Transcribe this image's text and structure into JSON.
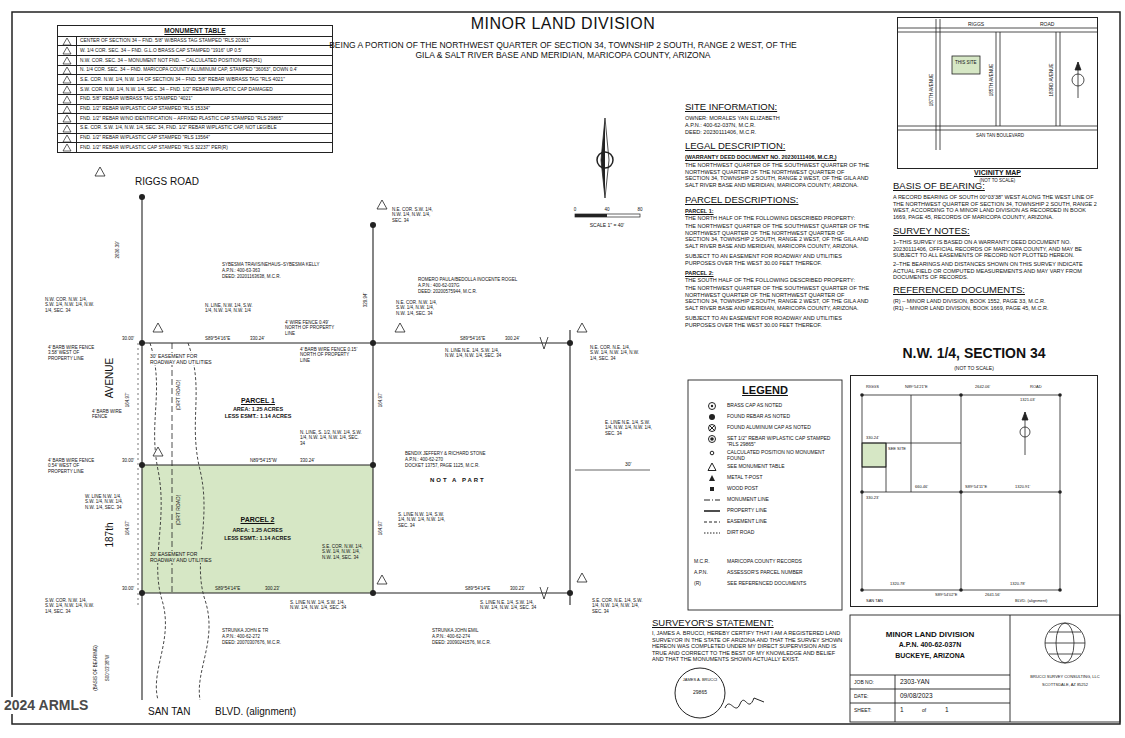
{
  "diagram": {
    "title": "MINOR LAND DIVISION",
    "nodes": [
      {
        "text": [
          "MONUMENT TABLE",
          "CENTER OF SECTION 34 – FND. 5/8\" W/BRASS TAG STAMPED \"RLS 20361\"",
          "W. 1/4 COR. SEC. 34 – FND. G.L.O BRASS CAP STAMPED \"1916\" UP 0.5'",
          "N.W. COR. SEC. 34 – MONUMENT NOT FND. – CALCULATED POSITION PER(R1)",
          "N. 1/4 COR. SEC. 34 – FND. MARICOPA COUNTY ALUMINUM CAP, STAMPED \"36063\", DOWN 0.4'",
          "S.E. COR. N.W. 1/4, N.W. 1/4 OF SECTION 34 – FND. 5/8\" REBAR W/BRASS TAG \"RLS 4021\"",
          "S.W. COR. N.W. 1/4, N.W. 1/4, SEC. 34 – FND. 1/2\" REBAR W/PLASTIC CAP DAMAGED",
          "FND. 5/8\" REBAR W/BRASS TAG STAMPED \"4021\"",
          "FND. 1/2\" REBAR W/PLASTIC CAP STAMPED \"RLS 15334\"",
          "FND. 1/2\" REBAR W/NO IDENTIFICATION – AFFIXED PLASTIC CAP STAMPED \"RLS 29865\"",
          "S.E. COR. S.W. 1/4, N.W. 1/4, SEC. 34, FND. 1/2\" REBAR W/PLASTIC CAP, NOT LEGIBLE",
          "FND. 1/2\" REBAR W/PLASTIC CAP STAMPED \"RLS 13564\"",
          "FND. 1/2\" REBAR W/PLASTIC CAP STAMPED \"RLS 32237\" PER(R)"
        ]
      },
      {
        "text": [
          "VICINITY MAP",
          "(NOT TO SCALE)"
        ]
      },
      {
        "text": [
          "PARCEL 2",
          "AREA: 1.25 ACRES",
          "LESS ESMT.: 1.14 ACRES"
        ]
      },
      {
        "text": [
          "N.W. 1/4, SECTION 34",
          "(NOT TO SCALE)"
        ]
      },
      {
        "text": [
          "MINOR LAND DIVISION",
          "A.P.N. 400-62-037N",
          "BUCKEYE, ARIZONA"
        ]
      }
    ],
    "labels": [
      "BEING A PORTION OF THE NORTHWEST QUARTER OF SECTION 34, TOWNSHIP 2 SOUTH, RANGE 2 WEST, OF THE GILA & SALT RIVER BASE AND MERIDIAN, MARICOPA COUNTY, ARIZONA",
      "SITE INFORMATION:",
      "OWNER: MORALES YAN ELIZABETH",
      "A.P.N.: 400-62-037N, M.C.R.",
      "DEED: 20230111406, M.C.R.",
      "LEGAL DESCRIPTION:",
      "(WARRANTY DEED DOCUMENT NO. 20230111406, M.C.R.)",
      "THE NORTHWEST QUARTER OF THE SOUTHWEST QUARTER OF THE NORTHWEST QUARTER OF THE NORTHWEST QUARTER OF SECTION 34, TOWNSHIP 2 SOUTH, RANGE 2 WEST, OF THE GILA AND SALT RIVER BASE AND MERIDIAN, MARICOPA COUNTY, ARIZONA.",
      "PARCEL DESCRIPTIONS:",
      "PARCEL 1:",
      "THE NORTH HALF OF THE FOLLOWING DESCRIBED PROPERTY:",
      "THE NORTHWEST QUARTER OF THE SOUTHWEST QUARTER OF THE NORTHWEST QUARTER OF THE NORTHWEST QUARTER OF SECTION 34, TOWNSHIP 2 SOUTH, RANGE 2 WEST, OF THE GILA AND SALT RIVER BASE AND MERIDIAN, MARICOPA COUNTY, ARIZONA.",
      "SUBJECT TO AN EASEMENT FOR ROADWAY AND UTILITIES PURPOSES OVER THE WEST 30.00 FEET THEREOF.",
      "PARCEL 2:",
      "THE SOUTH HALF OF THE FOLLOWING DESCRIBED PROPERTY:",
      "THE NORTHWEST QUARTER OF THE SOUTHWEST QUARTER OF THE NORTHWEST QUARTER OF THE NORTHWEST QUARTER OF SECTION 34, TOWNSHIP 2 SOUTH, RANGE 2 WEST, OF THE GILA AND SALT RIVER BASE AND MERIDIAN, MARICOPA COUNTY, ARIZONA.",
      "SUBJECT TO AN EASEMENT FOR ROADWAY AND UTILITIES PURPOSES OVER THE WEST 30.00 FEET THEREOF.",
      "BASIS OF BEARING:",
      "A RECORD BEARING OF SOUTH 00°03'38\" WEST ALONG THE WEST LINE OF THE NORTHWEST QUARTER OF SECTION 34, TOWNSHIP 2 SOUTH, RANGE 2 WEST, ACCORDING TO A MINOR LAND DIVISION AS RECORDED IN BOOK 1669, PAGE 45, RECORDS OF MARICOPA COUNTY, ARIZONA.",
      "SURVEY NOTES:",
      "1–THIS SURVEY IS BASED ON A WARRANTY DEED DOCUMENT NO. 20230111406, OFFICIAL RECORDS OF MARICOPA COUNTY, AND MAY BE SUBJECT TO ALL EASEMENTS OF RECORD NOT PLOTTED HEREON.",
      "2–THE BEARINGS AND DISTANCES SHOWN ON THIS SURVEY INDICATE ACTUAL FIELD OR COMPUTED MEASUREMENTS AND MAY VARY FROM DOCUMENTS OF RECORDS.",
      "REFERENCED DOCUMENTS:",
      "(R) – MINOR LAND DIVISION, BOOK 1552, PAGE 33, M.C.R.",
      "(R1) – MINOR LAND DIVISION, BOOK 1669, PAGE 45, M.C.R.",
      "SURVEYOR'S STATEMENT:",
      "I, JAMES A. BRUCCI, HEREBY CERTIFY THAT I AM A REGISTERED LAND SURVEYOR IN THE STATE OF ARIZONA AND THAT THE SURVEY SHOWN HEREON WAS COMPLETED UNDER MY DIRECT SUPERVISION AND IS TRUE AND CORRECT TO THE BEST OF MY KNOWLEDGE AND BELIEF AND THAT THE MONUMENTS SHOWN ACTUALLY EXIST.",
      "29865",
      "JAMES A. BRUCCI",
      "JOB NO:",
      "2303-YAN",
      "DATE:",
      "09/08/2023",
      "SHEET:",
      "1",
      "of",
      "1",
      "BRUCCI SURVEY CONSULTING, LLC",
      "SCOTTSDALE, AZ 85252",
      "2024 ARMLS",
      "0",
      "40",
      "80",
      "SCALE 1\" = 40'",
      "RIGGS",
      "ROAD",
      "187TH AVENUE",
      "THIS SITE",
      "185TH AVENUE",
      "183RD AVENUE",
      "SAN TAN BOULEVARD",
      "RIGGS ROAD",
      "SAN TAN",
      "BLVD. (alignment)",
      "AVENUE",
      "187th",
      "SYBESMA TRAVIS/NEHAUS–SYBESMA KELLY",
      "A.P.N.: 400-63-363",
      "DEED: 20201163638, M.C.R.",
      "ROMERO PAULA/BEDOLLA INOCENTE ROGEL",
      "A.P.N.: 400-62-037G",
      "DEED: 20200575944, M.C.R.",
      "BENDIX JEFFERY & RICHARD STONE",
      "A.P.N.: 400-62-270",
      "DOCKET 13757, PAGE 1125, M.C.R.",
      "NOT A PART",
      "STRUNKA JOHN E TR",
      "A.P.N.: 400-62-272",
      "DEED: 20070307676, M.C.R.",
      "STRUNKA JOHN EMIL",
      "A.P.N.: 400-62-274",
      "DEED: 20090241576, M.C.R.",
      "PARCEL 1",
      "AREA: 1.25 ACRES",
      "LESS ESMT.: 1.14 ACRES",
      "30' EASEMENT FOR ROADWAY AND UTILITIES",
      "30' EASEMENT FOR ROADWAY AND UTILITIES",
      "(DIRT ROAD)",
      "(DIRT ROAD)",
      "30.00'",
      "S89°54'16\"E",
      "330.24'",
      "S89°54'16\"E",
      "300.24'",
      "30.00'",
      "N89°54'15\"W",
      "330.24'",
      "30.00'",
      "S89°54'14\"E",
      "300.23'",
      "S89°54'14\"E",
      "300.23'",
      "164.97'",
      "164.97'",
      "329.94'",
      "164.97'",
      "164.97'",
      "2636.39'",
      "(BASIS OF BEARING)",
      "S00°03'38\"W",
      "N.W. COR. N.W. 1/4, S.W. 1/4, N.W. 1/4, N.W. 1/4, SEC. 34",
      "N. LINE, N.W. 1/4, S.W. 1/4, N.W. 1/4, N.W. 1/4",
      "N.E. COR. S.W. 1/4, N.W. 1/4, N.W. 1/4, SEC. 34",
      "N.E. COR. N.W. 1/4, S.W. 1/4, N.W. 1/4, N.W. 1/4, SEC. 34",
      "N.E. COR. N.E. 1/4, S.W. 1/4, N.W. 1/4, N.W. 1/4, SEC. 34",
      "N. LINE N.E. 1/4, S.W. 1/4, N.W. 1/4, N.W. 1/4, SEC. 34",
      "E. LINE N.E. 1/4, S.W. 1/4, N.W. 1/4, N.W. 1/4, SEC. 34",
      "N. LINE, S. 1/2, N.W. 1/4, S.W. 1/4, N.W. 1/4, N.W. 1/4, SEC. 34",
      "W. LINE N.W. 1/4, S.W. 1/4, N.W. 1/4, N.W. 1/4, SEC. 34",
      "S.E. COR. N.W. 1/4, S.W. 1/4, N.W. 1/4, N.W. 1/4, SEC. 34",
      "S. LINE N.W. 1/4, S.W. 1/4, N.W. 1/4, N.W. 1/4, SEC. 34",
      "S.W. COR. N.W. 1/4, S.W. 1/4, N.W. 1/4, N.W. 1/4, SEC. 34",
      "S. LINE N.W. 1/4, S.W. 1/4, N.W. 1/4, N.W. 1/4, SEC. 34",
      "S. LINE N.E. 1/4, S.W. 1/4, N.W. 1/4, N.W. 1/4, SEC. 34",
      "S.E. COR. N.E. 1/4, S.W. 1/4, N.W. 1/4, N.W. 1/4, SEC. 34",
      "4' BARB WIRE FENCE 3.58' WEST OF PROPERTY LINE",
      "4' BARB WIRE FENCE 0.15' NORTH OF PROPERTY LINE",
      "4' WIRE FENCE 0.49' NORTH OF PROPERTY LINE",
      "4' BARB WIRE FENCE 0.54' WEST OF PROPERTY LINE",
      "4' BARB WIRE FENCE",
      "30'",
      "RIGGS",
      "ROAD",
      "N89°54'21\"E",
      "2642.06'",
      "1321.03'",
      "330.24'",
      "330.23'",
      "660.46'",
      "S89°54'11\"E",
      "1320.91'",
      "1320.78'",
      "1320.78'",
      "S89°54'02\"E",
      "2641.56'",
      "SAN TAN",
      "BLVD. (alignment)",
      "SEE SITE",
      "LEGEND",
      "M.C.R.",
      "A.P.N.",
      "(R)"
    ],
    "legend": [
      {
        "text": "BRASS CAP AS NOTED"
      },
      {
        "text": "FOUND REBAR AS NOTED"
      },
      {
        "text": "FOUND ALUMINUM CAP AS NOTED"
      },
      {
        "text": "SET 1/2\" REBAR W/PLASTIC CAP STAMPED \"RLS 29865\""
      },
      {
        "text": "CALCULATED POSITION NO MONUMENT FOUND"
      },
      {
        "text": "SEE MONUMENT TABLE"
      },
      {
        "text": "METAL T-POST"
      },
      {
        "text": "WOOD POST"
      },
      {
        "text": "MONUMENT LINE"
      },
      {
        "text": "PROPERTY LINE"
      },
      {
        "text": "EASEMENT LINE"
      },
      {
        "text": "DIRT ROAD"
      },
      {
        "text": "MARICOPA COUNTY RECORDS"
      },
      {
        "text": "ASSESSOR'S PARCEL NUMBER"
      },
      {
        "text": "SEE REFERENCED DOCUMENTS"
      }
    ]
  }
}
